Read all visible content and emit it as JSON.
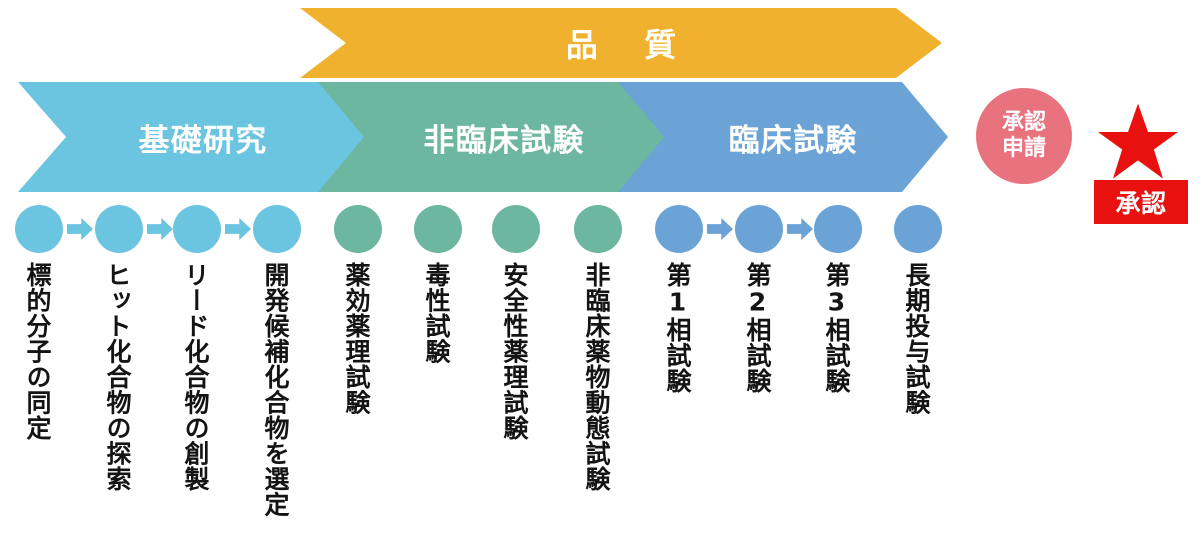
{
  "diagram": {
    "title_banners": [
      {
        "id": "quality",
        "label": "品 質",
        "color": "#f0b22e"
      },
      {
        "id": "basic_research",
        "label": "基礎研究",
        "color": "#6cc5e0"
      },
      {
        "id": "nonclinical",
        "label": "非臨床試験",
        "color": "#6db69f"
      },
      {
        "id": "clinical",
        "label": "臨床試験",
        "color": "#6ba3d6"
      }
    ],
    "approval": {
      "application_label": "承認\n申請",
      "application_line1": "承認",
      "application_line2": "申請",
      "application_color": "#e8737e",
      "star_icon": "star-icon",
      "star_color": "#e8110f",
      "approved_label": "承認",
      "approved_color": "#e8110f"
    },
    "steps": [
      {
        "id": "step-1",
        "label": "標的分子の同定",
        "group": "basic_research",
        "color": "#6cc5e0",
        "arrow_after": true
      },
      {
        "id": "step-2",
        "label": "ヒット化合物の探索",
        "group": "basic_research",
        "color": "#6cc5e0",
        "arrow_after": true
      },
      {
        "id": "step-3",
        "label": "リード化合物の創製",
        "group": "basic_research",
        "color": "#6cc5e0",
        "arrow_after": true
      },
      {
        "id": "step-4",
        "label": "開発候補化合物を選定",
        "group": "basic_research",
        "color": "#6cc5e0",
        "arrow_after": false
      },
      {
        "id": "step-5",
        "label": "薬効薬理試験",
        "group": "nonclinical",
        "color": "#6db69f",
        "arrow_after": false
      },
      {
        "id": "step-6",
        "label": "毒性試験",
        "group": "nonclinical",
        "color": "#6db69f",
        "arrow_after": false
      },
      {
        "id": "step-7",
        "label": "安全性薬理試験",
        "group": "nonclinical",
        "color": "#6db69f",
        "arrow_after": false
      },
      {
        "id": "step-8",
        "label": "非臨床薬物動態試験",
        "group": "nonclinical",
        "color": "#6db69f",
        "arrow_after": false
      },
      {
        "id": "step-9",
        "label": "第1相試験",
        "group": "clinical",
        "color": "#6ba3d6",
        "arrow_after": true
      },
      {
        "id": "step-10",
        "label": "第2相試験",
        "group": "clinical",
        "color": "#6ba3d6",
        "arrow_after": true
      },
      {
        "id": "step-11",
        "label": "第3相試験",
        "group": "clinical",
        "color": "#6ba3d6",
        "arrow_after": false
      },
      {
        "id": "step-12",
        "label": "長期投与試験",
        "group": "clinical",
        "color": "#6ba3d6",
        "arrow_after": false
      }
    ]
  }
}
